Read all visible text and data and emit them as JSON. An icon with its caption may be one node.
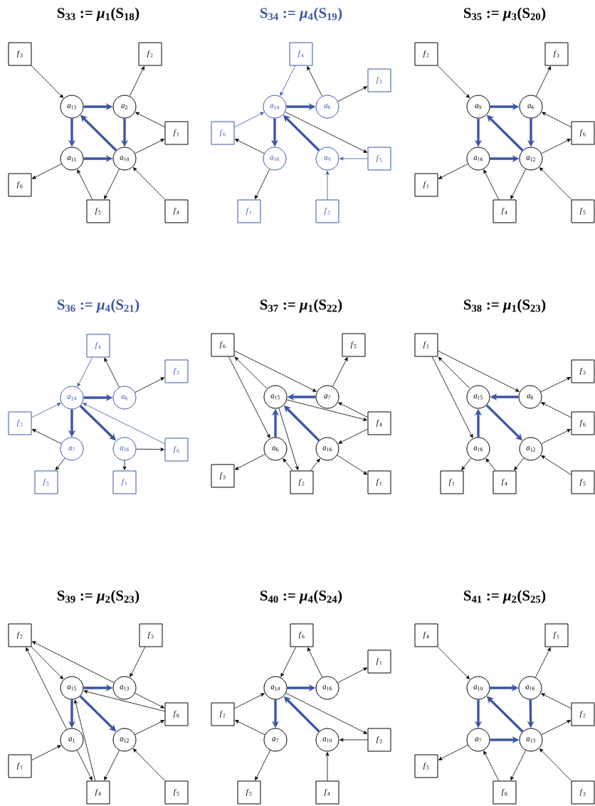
{
  "diagram": {
    "nodes": [
      {
        "text": [
          "*f*$_{3}$"
        ]
      },
      {
        "text": [
          "*f*$_{2}$"
        ]
      },
      {
        "text": [
          "*a*$_{13}$"
        ]
      },
      {
        "text": [
          "*a*$_{2}$"
        ]
      },
      {
        "text": [
          "*f*$_{1}$"
        ]
      },
      {
        "text": [
          "*a*$_{11}$"
        ]
      },
      {
        "text": [
          "*a*$_{10}$"
        ]
      },
      {
        "text": [
          "*f*$_{6}$"
        ]
      },
      {
        "text": [
          "*f*$_{5}$"
        ]
      },
      {
        "text": [
          "*f*$_{4}$"
        ]
      },
      {
        "text": [
          "*f*$_{4}$"
        ]
      },
      {
        "text": [
          "*f*$_{3}$"
        ]
      },
      {
        "text": [
          "*a*$_{14}$"
        ]
      },
      {
        "text": [
          "*a*$_{6}$"
        ]
      },
      {
        "text": [
          "*f*$_{6}$"
        ]
      },
      {
        "text": [
          "*a*$_{16}$"
        ]
      },
      {
        "text": [
          "*a*$_{9}$"
        ]
      },
      {
        "text": [
          "*f*$_{5}$"
        ]
      },
      {
        "text": [
          "*f*$_{1}$"
        ]
      },
      {
        "text": [
          "*f*$_{2}$"
        ]
      },
      {
        "text": [
          "*f*$_{2}$"
        ]
      },
      {
        "text": [
          "*f*$_{3}$"
        ]
      },
      {
        "text": [
          "*a*$_{9}$"
        ]
      },
      {
        "text": [
          "*a*$_{6}$"
        ]
      },
      {
        "text": [
          "*f*$_{6}$"
        ]
      },
      {
        "text": [
          "*a*$_{16}$"
        ]
      },
      {
        "text": [
          "*a*$_{12}$"
        ]
      },
      {
        "text": [
          "*f*$_{1}$"
        ]
      },
      {
        "text": [
          "*f*$_{4}$"
        ]
      },
      {
        "text": [
          "*f*$_{5}$"
        ]
      },
      {
        "text": [
          "*f*$_{4}$"
        ]
      },
      {
        "text": [
          "*f*$_{3}$"
        ]
      },
      {
        "text": [
          "*a*$_{14}$"
        ]
      },
      {
        "text": [
          "*a*$_{6}$"
        ]
      },
      {
        "text": [
          "*f*$_{2}$"
        ]
      },
      {
        "text": [
          "*a*$_{7}$"
        ]
      },
      {
        "text": [
          "*a*$_{16}$"
        ]
      },
      {
        "text": [
          "*f*$_{6}$"
        ]
      },
      {
        "text": [
          "*f*$_{5}$"
        ]
      },
      {
        "text": [
          "*f*$_{1}$"
        ]
      },
      {
        "text": [
          "*f*$_{6}$"
        ]
      },
      {
        "text": [
          "*f*$_{5}$"
        ]
      },
      {
        "text": [
          "*a*$_{15}$"
        ]
      },
      {
        "text": [
          "*a*$_{7}$"
        ]
      },
      {
        "text": [
          "*f*$_{4}$"
        ]
      },
      {
        "text": [
          "*a*$_{6}$"
        ]
      },
      {
        "text": [
          "*a*$_{16}$"
        ]
      },
      {
        "text": [
          "*f*$_{3}$"
        ]
      },
      {
        "text": [
          "*f*$_{2}$"
        ]
      },
      {
        "text": [
          "*f*$_{1}$"
        ]
      },
      {
        "text": [
          "*f*$_{2}$"
        ]
      },
      {
        "text": [
          "*f*$_{3}$"
        ]
      },
      {
        "text": [
          "*a*$_{15}$"
        ]
      },
      {
        "text": [
          "*a*$_{6}$"
        ]
      },
      {
        "text": [
          "*f*$_{6}$"
        ]
      },
      {
        "text": [
          "*a*$_{16}$"
        ]
      },
      {
        "text": [
          "*a*$_{12}$"
        ]
      },
      {
        "text": [
          "*f*$_{1}$"
        ]
      },
      {
        "text": [
          "*f*$_{4}$"
        ]
      },
      {
        "text": [
          "*f*$_{5}$"
        ]
      },
      {
        "text": [
          "*f*$_{2}$"
        ]
      },
      {
        "text": [
          "*f*$_{3}$"
        ]
      },
      {
        "text": [
          "*a*$_{15}$"
        ]
      },
      {
        "text": [
          "*a*$_{13}$"
        ]
      },
      {
        "text": [
          "*f*$_{6}$"
        ]
      },
      {
        "text": [
          "*a*$_{1}$"
        ]
      },
      {
        "text": [
          "*a*$_{12}$"
        ]
      },
      {
        "text": [
          "*f*$_{1}$"
        ]
      },
      {
        "text": [
          "*f*$_{4}$"
        ]
      },
      {
        "text": [
          "*f*$_{5}$"
        ]
      },
      {
        "text": [
          "*f*$_{6}$"
        ]
      },
      {
        "text": [
          "*f*$_{1}$"
        ]
      },
      {
        "text": [
          "*a*$_{14}$"
        ]
      },
      {
        "text": [
          "*a*$_{16}$"
        ]
      },
      {
        "text": [
          "*f*$_{2}$"
        ]
      },
      {
        "text": [
          "*a*$_{7}$"
        ]
      },
      {
        "text": [
          "*a*$_{10}$"
        ]
      },
      {
        "text": [
          "*f*$_{3}$"
        ]
      },
      {
        "text": [
          "*f*$_{5}$"
        ]
      },
      {
        "text": [
          "*f*$_{4}$"
        ]
      },
      {
        "text": [
          "*f*$_{4}$"
        ]
      },
      {
        "text": [
          "*f*$_{1}$"
        ]
      },
      {
        "text": [
          "*a*$_{10}$"
        ]
      },
      {
        "text": [
          "*a*$_{16}$"
        ]
      },
      {
        "text": [
          "*f*$_{2}$"
        ]
      },
      {
        "text": [
          "*a*$_{7}$"
        ]
      },
      {
        "text": [
          "*a*$_{13}$"
        ]
      },
      {
        "text": [
          "*f*$_{5}$"
        ]
      },
      {
        "text": [
          "*f*$_{6}$"
        ]
      },
      {
        "text": [
          "*f*$_{3}$"
        ]
      }
    ],
    "edges": [
      {
        "from": 0,
        "to": 2,
        "arrow": "to"
      },
      {
        "from": 3,
        "to": 1,
        "arrow": "to"
      },
      {
        "from": 2,
        "to": 3,
        "arrow": "to",
        "style": "thick",
        "color": "#3b55a6"
      },
      {
        "from": 2,
        "to": 5,
        "arrow": "to",
        "style": "thick",
        "color": "#3b55a6"
      },
      {
        "from": 3,
        "to": 6,
        "arrow": "to",
        "style": "thick",
        "color": "#3b55a6"
      },
      {
        "from": 6,
        "to": 2,
        "arrow": "to",
        "style": "thick",
        "color": "#3b55a6"
      },
      {
        "from": 5,
        "to": 6,
        "arrow": "to",
        "style": "thick",
        "color": "#3b55a6"
      },
      {
        "from": 4,
        "to": 3,
        "arrow": "to"
      },
      {
        "from": 6,
        "to": 4,
        "arrow": "to"
      },
      {
        "from": 5,
        "to": 7,
        "arrow": "to"
      },
      {
        "from": 8,
        "to": 5,
        "arrow": "to"
      },
      {
        "from": 6,
        "to": 8,
        "arrow": "to"
      },
      {
        "from": 9,
        "to": 6,
        "arrow": "to"
      },
      {
        "from": 10,
        "to": 12,
        "arrow": "to",
        "color": "#3b55a6"
      },
      {
        "from": 13,
        "to": 10,
        "arrow": "to"
      },
      {
        "from": 13,
        "to": 11,
        "arrow": "to"
      },
      {
        "from": 12,
        "to": 13,
        "arrow": "to",
        "style": "thick",
        "color": "#3b55a6"
      },
      {
        "from": 12,
        "to": 17,
        "arrow": "to"
      },
      {
        "from": 16,
        "to": 12,
        "arrow": "to",
        "style": "thick",
        "color": "#3b55a6"
      },
      {
        "from": 17,
        "to": 16,
        "arrow": "to",
        "color": "#3b55a6"
      },
      {
        "from": 19,
        "to": 16,
        "arrow": "to",
        "color": "#3b55a6"
      },
      {
        "from": 14,
        "to": 12,
        "arrow": "to",
        "color": "#3b55a6"
      },
      {
        "from": 15,
        "to": 14,
        "arrow": "to"
      },
      {
        "from": 12,
        "to": 15,
        "arrow": "to",
        "style": "thick",
        "color": "#3b55a6"
      },
      {
        "from": 15,
        "to": 18,
        "arrow": "to"
      },
      {
        "from": 20,
        "to": 22,
        "arrow": "to"
      },
      {
        "from": 23,
        "to": 21,
        "arrow": "to"
      },
      {
        "from": 22,
        "to": 23,
        "arrow": "to",
        "style": "thick",
        "color": "#3b55a6"
      },
      {
        "from": 22,
        "to": 25,
        "arrow": "to",
        "style": "thick",
        "color": "#3b55a6"
      },
      {
        "from": 23,
        "to": 26,
        "arrow": "to",
        "style": "thick",
        "color": "#3b55a6"
      },
      {
        "from": 26,
        "to": 22,
        "arrow": "to",
        "style": "thick",
        "color": "#3b55a6"
      },
      {
        "from": 25,
        "to": 26,
        "arrow": "to",
        "style": "thick",
        "color": "#3b55a6"
      },
      {
        "from": 24,
        "to": 23,
        "arrow": "to"
      },
      {
        "from": 26,
        "to": 24,
        "arrow": "to"
      },
      {
        "from": 25,
        "to": 27,
        "arrow": "to"
      },
      {
        "from": 28,
        "to": 25,
        "arrow": "to"
      },
      {
        "from": 26,
        "to": 28,
        "arrow": "to"
      },
      {
        "from": 29,
        "to": 26,
        "arrow": "to"
      },
      {
        "from": 30,
        "to": 32,
        "arrow": "to",
        "color": "#3b55a6"
      },
      {
        "from": 33,
        "to": 30,
        "arrow": "to"
      },
      {
        "from": 33,
        "to": 31,
        "arrow": "to"
      },
      {
        "from": 32,
        "to": 33,
        "arrow": "to",
        "style": "thick",
        "color": "#3b55a6"
      },
      {
        "from": 34,
        "to": 32,
        "arrow": "to",
        "color": "#3b55a6"
      },
      {
        "from": 35,
        "to": 34,
        "arrow": "to"
      },
      {
        "from": 32,
        "to": 35,
        "arrow": "to",
        "style": "thick",
        "color": "#3b55a6"
      },
      {
        "from": 32,
        "to": 36,
        "arrow": "to",
        "style": "thick",
        "color": "#3b55a6"
      },
      {
        "from": 37,
        "to": 32,
        "arrow": "to",
        "color": "#3b55a6"
      },
      {
        "from": 36,
        "to": 37,
        "arrow": "to"
      },
      {
        "from": 35,
        "to": 38,
        "arrow": "to"
      },
      {
        "from": 36,
        "to": 39,
        "arrow": "to"
      },
      {
        "from": 40,
        "to": 43,
        "arrow": "to"
      },
      {
        "from": 42,
        "to": 40,
        "arrow": "to"
      },
      {
        "from": 40,
        "to": 45,
        "arrow": "to"
      },
      {
        "from": 43,
        "to": 41,
        "arrow": "to"
      },
      {
        "from": 43,
        "to": 42,
        "arrow": "to",
        "style": "thick",
        "color": "#3b55a6"
      },
      {
        "from": 44,
        "to": 43,
        "arrow": "to"
      },
      {
        "from": 42,
        "to": 44,
        "arrow": "to"
      },
      {
        "from": 44,
        "to": 46,
        "arrow": "to"
      },
      {
        "from": 46,
        "to": 42,
        "arrow": "to",
        "style": "thick",
        "color": "#3b55a6"
      },
      {
        "from": 45,
        "to": 42,
        "arrow": "to",
        "style": "thick",
        "color": "#3b55a6"
      },
      {
        "from": 45,
        "to": 47,
        "arrow": "to"
      },
      {
        "from": 46,
        "to": 49,
        "arrow": "to"
      },
      {
        "from": 48,
        "to": 46,
        "arrow": "to"
      },
      {
        "from": 48,
        "to": 45,
        "arrow": "to"
      },
      {
        "from": 42,
        "to": 48,
        "arrow": "to"
      },
      {
        "from": 50,
        "to": 53,
        "arrow": "to"
      },
      {
        "from": 52,
        "to": 50,
        "arrow": "to"
      },
      {
        "from": 50,
        "to": 55,
        "arrow": "to"
      },
      {
        "from": 53,
        "to": 52,
        "arrow": "to",
        "style": "thick",
        "color": "#3b55a6"
      },
      {
        "from": 53,
        "to": 51,
        "arrow": "to"
      },
      {
        "from": 54,
        "to": 53,
        "arrow": "to"
      },
      {
        "from": 52,
        "to": 56,
        "arrow": "to",
        "style": "thick",
        "color": "#3b55a6"
      },
      {
        "from": 55,
        "to": 52,
        "arrow": "to",
        "style": "thick",
        "color": "#3b55a6"
      },
      {
        "from": 56,
        "to": 54,
        "arrow": "to"
      },
      {
        "from": 55,
        "to": 57,
        "arrow": "to"
      },
      {
        "from": 58,
        "to": 55,
        "arrow": "to"
      },
      {
        "from": 56,
        "to": 58,
        "arrow": "to"
      },
      {
        "from": 59,
        "to": 56,
        "arrow": "to"
      },
      {
        "from": 60,
        "to": 62,
        "arrow": "to"
      },
      {
        "from": 63,
        "to": 60,
        "arrow": "to"
      },
      {
        "from": 65,
        "to": 60,
        "arrow": "to"
      },
      {
        "from": 61,
        "to": 63,
        "arrow": "to"
      },
      {
        "from": 62,
        "to": 63,
        "arrow": "to",
        "style": "thick",
        "color": "#3b55a6"
      },
      {
        "from": 63,
        "to": 64,
        "arrow": "to"
      },
      {
        "from": 64,
        "to": 62,
        "arrow": "to"
      },
      {
        "from": 62,
        "to": 65,
        "arrow": "to",
        "style": "thick",
        "color": "#3b55a6"
      },
      {
        "from": 62,
        "to": 66,
        "arrow": "to",
        "style": "thick",
        "color": "#3b55a6"
      },
      {
        "from": 68,
        "to": 62,
        "arrow": "to"
      },
      {
        "from": 65,
        "to": 68,
        "arrow": "to"
      },
      {
        "from": 67,
        "to": 65,
        "arrow": "to"
      },
      {
        "from": 66,
        "to": 64,
        "arrow": "to"
      },
      {
        "from": 66,
        "to": 68,
        "arrow": "to"
      },
      {
        "from": 69,
        "to": 66,
        "arrow": "to"
      },
      {
        "from": 70,
        "to": 72,
        "arrow": "to"
      },
      {
        "from": 73,
        "to": 70,
        "arrow": "to"
      },
      {
        "from": 73,
        "to": 71,
        "arrow": "to"
      },
      {
        "from": 72,
        "to": 73,
        "arrow": "to",
        "style": "thick",
        "color": "#3b55a6"
      },
      {
        "from": 72,
        "to": 77,
        "arrow": "to"
      },
      {
        "from": 76,
        "to": 72,
        "arrow": "to",
        "style": "thick",
        "color": "#3b55a6"
      },
      {
        "from": 77,
        "to": 76,
        "arrow": "to"
      },
      {
        "from": 79,
        "to": 76,
        "arrow": "to"
      },
      {
        "from": 74,
        "to": 72,
        "arrow": "to"
      },
      {
        "from": 75,
        "to": 74,
        "arrow": "to"
      },
      {
        "from": 72,
        "to": 75,
        "arrow": "to",
        "style": "thick",
        "color": "#3b55a6"
      },
      {
        "from": 75,
        "to": 78,
        "arrow": "to"
      },
      {
        "from": 80,
        "to": 82,
        "arrow": "to"
      },
      {
        "from": 83,
        "to": 81,
        "arrow": "to"
      },
      {
        "from": 82,
        "to": 83,
        "arrow": "to",
        "style": "thick",
        "color": "#3b55a6"
      },
      {
        "from": 82,
        "to": 85,
        "arrow": "to",
        "style": "thick",
        "color": "#3b55a6"
      },
      {
        "from": 83,
        "to": 86,
        "arrow": "to",
        "style": "thick",
        "color": "#3b55a6"
      },
      {
        "from": 86,
        "to": 82,
        "arrow": "to",
        "style": "thick",
        "color": "#3b55a6"
      },
      {
        "from": 85,
        "to": 86,
        "arrow": "to",
        "style": "thick",
        "color": "#3b55a6"
      },
      {
        "from": 84,
        "to": 83,
        "arrow": "to"
      },
      {
        "from": 86,
        "to": 84,
        "arrow": "to"
      },
      {
        "from": 85,
        "to": 87,
        "arrow": "to"
      },
      {
        "from": 88,
        "to": 85,
        "arrow": "to"
      },
      {
        "from": 86,
        "to": 88,
        "arrow": "to"
      },
      {
        "from": 89,
        "to": 86,
        "arrow": "to"
      }
    ],
    "labels": [
      "S$_{33}$ := *μ*$_{1}$(S$_{18}$)",
      "S$_{34}$ := *μ*$_{4}$(S$_{19}$)",
      "S$_{35}$ := *μ*$_{3}$(S$_{20}$)",
      "S$_{36}$ := *μ*$_{4}$(S$_{21}$)",
      "S$_{37}$ := *μ*$_{1}$(S$_{22}$)",
      "S$_{38}$ := *μ*$_{1}$(S$_{23}$)",
      "S$_{39}$ := *μ*$_{2}$(S$_{23}$)",
      "S$_{40}$ := *μ*$_{4}$(S$_{24}$)",
      "S$_{41}$ := *μ*$_{2}$(S$_{25}$)"
    ]
  }
}
